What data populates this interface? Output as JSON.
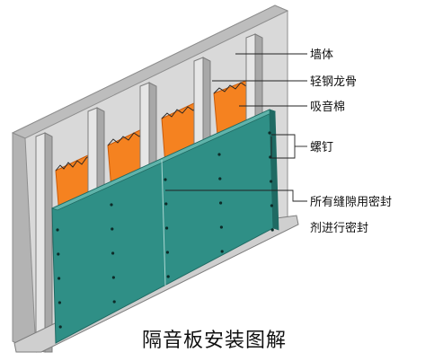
{
  "diagram": {
    "caption": "隔音板安装图解",
    "labels": {
      "wall": "墙体",
      "keel": "轻钢龙骨",
      "cotton": "吸音棉",
      "screw": "螺钉",
      "seal_line1": "所有缝隙用密封",
      "seal_line2": "剂进行密封"
    },
    "colors": {
      "wall_face": "#d9d9d9",
      "wall_edge": "#9e9e9e",
      "keel": "#cfcfcf",
      "keel_shade": "#9a9a9a",
      "cotton": "#f58220",
      "cotton_shade": "#d9640c",
      "board": "#2f8f86",
      "board_edge": "#1f6a63",
      "screw": "#0d2b28"
    }
  }
}
